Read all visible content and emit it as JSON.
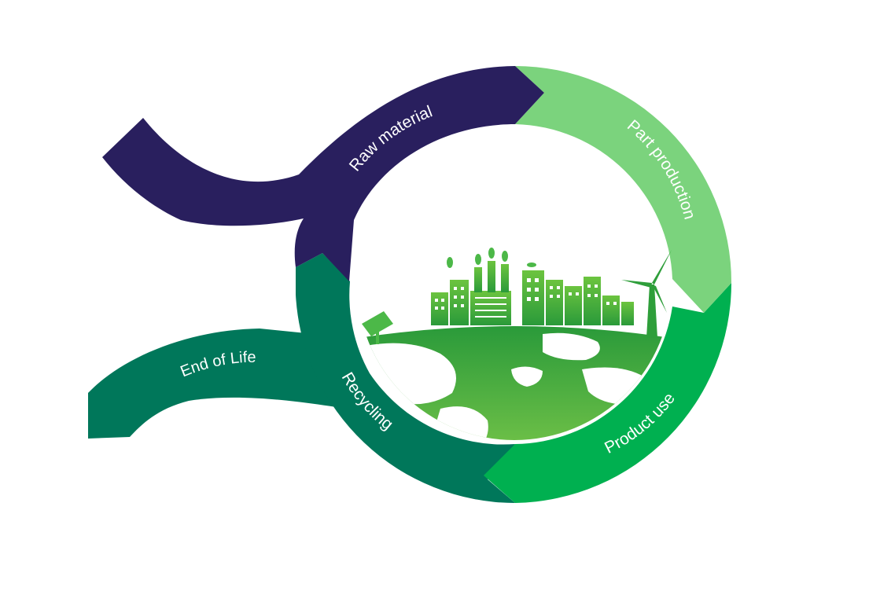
{
  "stages": {
    "raw_material": "Raw material",
    "part_production": "Part production",
    "product_use": "Product use",
    "recycling": "Recycling",
    "end_of_life": "End of Life"
  },
  "colors": {
    "raw_material": "#291f5e",
    "part_production": "#7bd37d",
    "product_use": "#00b050",
    "recycling": "#00775a",
    "end_of_life": "#00775a",
    "globe_green": "#33a83a",
    "city_green": "#4cb848"
  },
  "icons": {
    "center": "green-city-globe-icon",
    "solar": "solar-panel-icon",
    "turbine": "wind-turbine-icon"
  }
}
